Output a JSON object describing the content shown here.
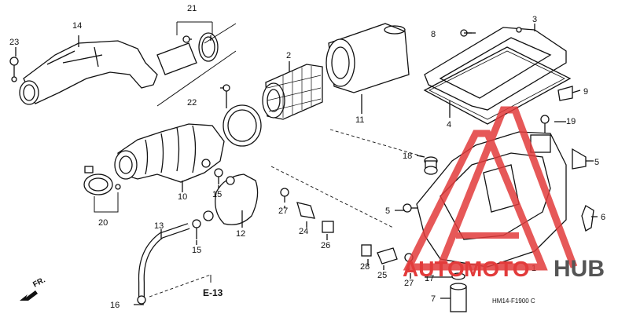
{
  "callouts": [
    {
      "id": "c1",
      "text": "1"
    },
    {
      "id": "c2",
      "text": "2"
    },
    {
      "id": "c3",
      "text": "3"
    },
    {
      "id": "c4",
      "text": "4"
    },
    {
      "id": "c5a",
      "text": "5"
    },
    {
      "id": "c5b",
      "text": "5"
    },
    {
      "id": "c6",
      "text": "6"
    },
    {
      "id": "c7",
      "text": "7"
    },
    {
      "id": "c8",
      "text": "8"
    },
    {
      "id": "c9",
      "text": "9"
    },
    {
      "id": "c10",
      "text": "10"
    },
    {
      "id": "c11",
      "text": "11"
    },
    {
      "id": "c12",
      "text": "12"
    },
    {
      "id": "c13",
      "text": "13"
    },
    {
      "id": "c14",
      "text": "14"
    },
    {
      "id": "c15a",
      "text": "15"
    },
    {
      "id": "c15b",
      "text": "15"
    },
    {
      "id": "c16",
      "text": "16"
    },
    {
      "id": "c17",
      "text": "17"
    },
    {
      "id": "c18",
      "text": "18"
    },
    {
      "id": "c19",
      "text": "19"
    },
    {
      "id": "c20",
      "text": "20"
    },
    {
      "id": "c21",
      "text": "21"
    },
    {
      "id": "c22",
      "text": "22"
    },
    {
      "id": "c23",
      "text": "23"
    },
    {
      "id": "c24",
      "text": "24"
    },
    {
      "id": "c25",
      "text": "25"
    },
    {
      "id": "c26",
      "text": "26"
    },
    {
      "id": "c27a",
      "text": "27"
    },
    {
      "id": "c27b",
      "text": "27"
    },
    {
      "id": "c28",
      "text": "28"
    }
  ],
  "ref_label": "E-13",
  "direction_label": "FR.",
  "diagram_code": "HM14-F1900 C",
  "watermark": {
    "part1": "AUTO",
    "part2": "MOTO",
    "part3": "HUB",
    "red": "#e23b3b",
    "dark": "#555555"
  }
}
